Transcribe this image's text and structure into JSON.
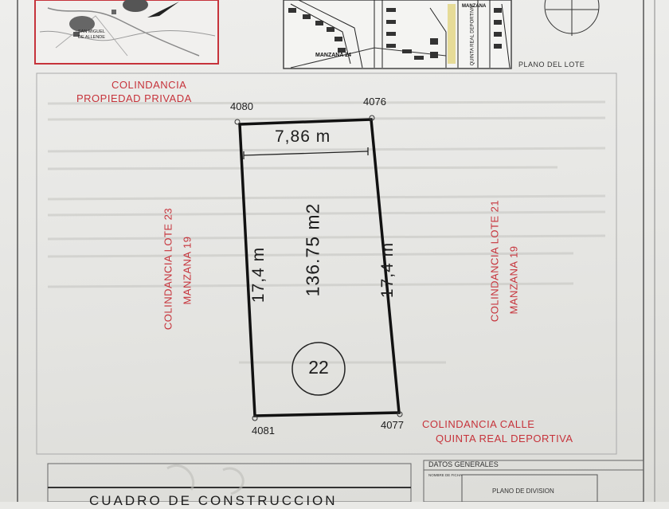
{
  "map_labels": {
    "san_miguel": "SAN MIGUEL",
    "de_allende": "DE ALLENDE",
    "manzana_24": "MANZANA 24",
    "quinta_real": "QUINTA REAL DEPORTIVA",
    "manzana_top": "MANZANA"
  },
  "header": {
    "plano_del_lote": "PLANO DEL LOTE"
  },
  "lot": {
    "number": "22",
    "area": "136.75 m2",
    "top_dimension": "7,86 m",
    "left_dimension": "17,4 m",
    "right_dimension": "17,4 m",
    "vertices": {
      "top_left": "4080",
      "top_right": "4076",
      "bottom_left": "4081",
      "bottom_right": "4077"
    }
  },
  "colindancias": {
    "top_line1": "COLINDANCIA",
    "top_line2": "PROPIEDAD PRIVADA",
    "left_line1": "COLINDANCIA LOTE 23",
    "left_line2": "MANZANA 19",
    "right_line1": "COLINDANCIA LOTE 21",
    "right_line2": "MANZANA 19",
    "bottom_line1": "COLINDANCIA CALLE",
    "bottom_line2": "QUINTA REAL DEPORTIVA"
  },
  "footer": {
    "cuadro_title": "CUADRO DE CONSTRUCCION",
    "datos_generales": "DATOS GENERALES",
    "nombre_ficha": "NOMBRE DE FICHA",
    "plano_division": "PLANO DE DIVISION"
  },
  "colors": {
    "red_text": "#c6333b",
    "line": "#1d1d1d",
    "paper": "#e9e9e6"
  }
}
